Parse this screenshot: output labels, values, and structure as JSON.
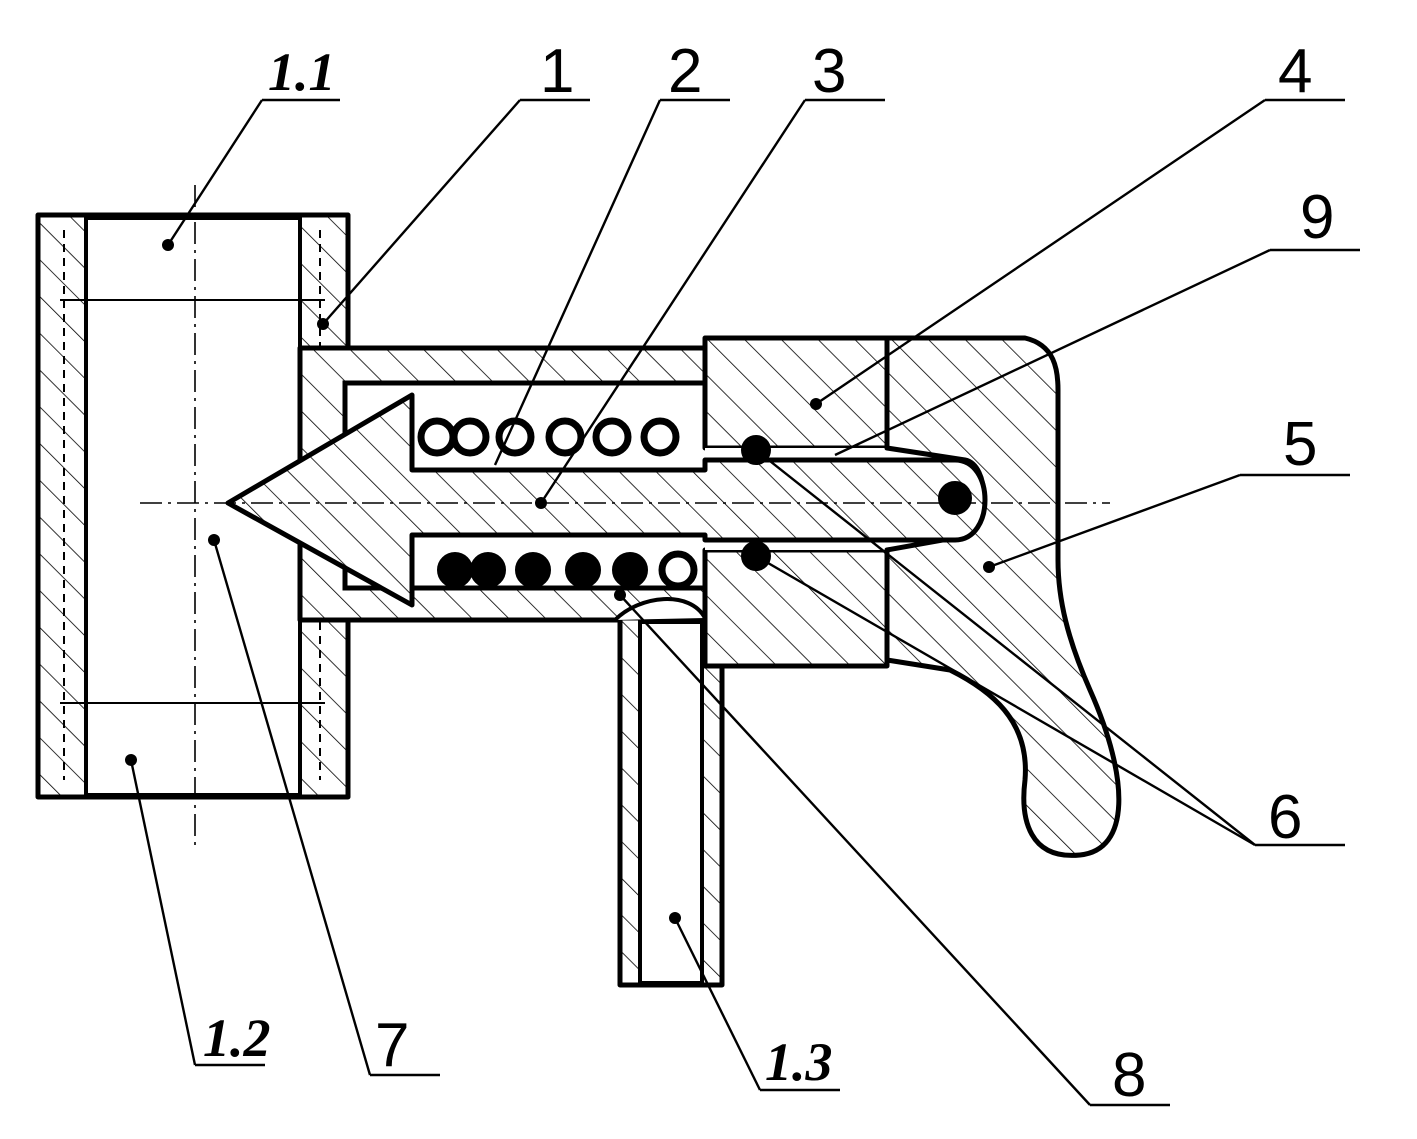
{
  "labels": {
    "l1_1": "1.1",
    "l1": "1",
    "l2": "2",
    "l3": "3",
    "l4": "4",
    "l9": "9",
    "l5": "5",
    "l6": "6",
    "l1_2": "1.2",
    "l7": "7",
    "l1_3": "1.3",
    "l8": "8"
  }
}
